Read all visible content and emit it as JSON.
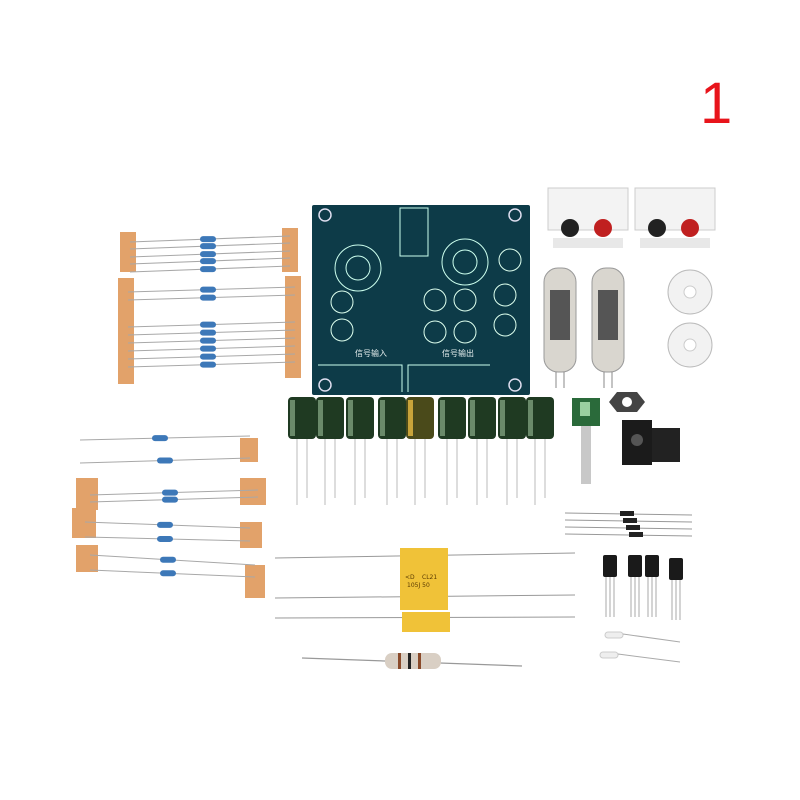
{
  "photo": {
    "badge_number": "1",
    "pcb": {
      "input_label": "信号输入",
      "output_label": "信号输出",
      "color": "#0d3b48"
    },
    "film_capacitor": {
      "brand_mark": "<D",
      "model": "CL21",
      "rating": "105J 50"
    },
    "accent": "#e8141b"
  }
}
